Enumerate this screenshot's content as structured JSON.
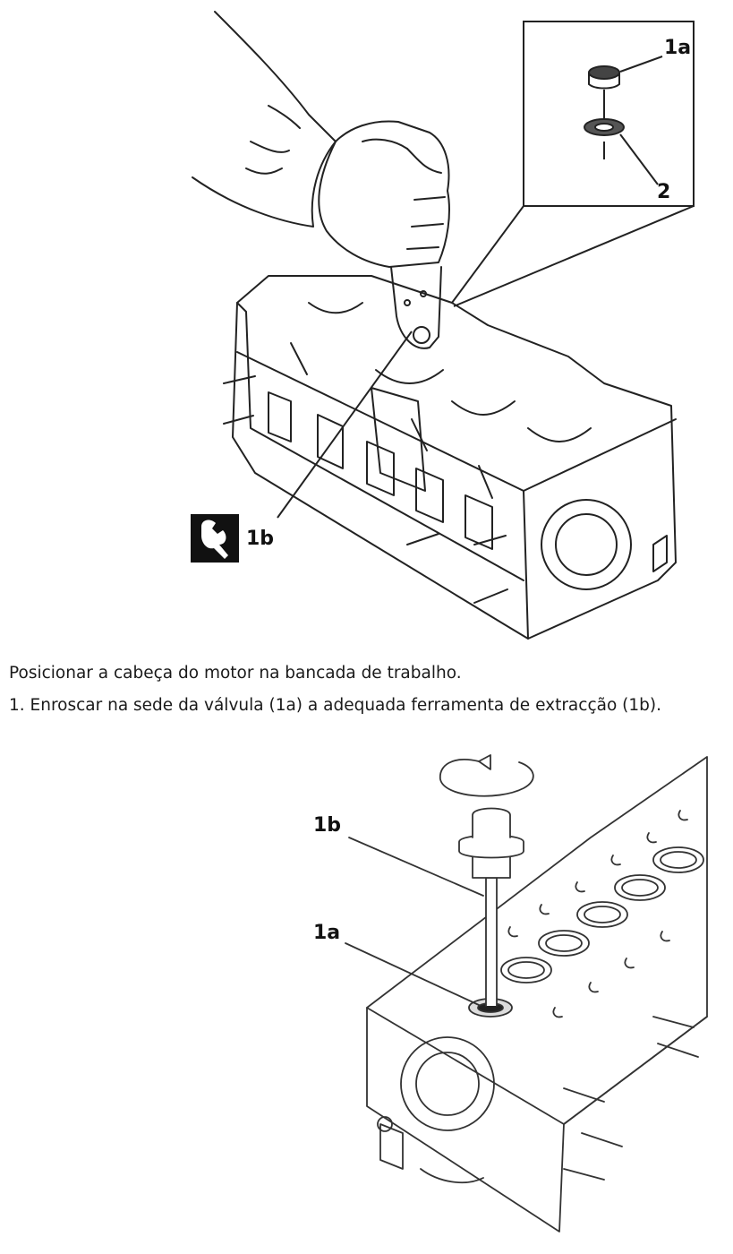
{
  "figure1": {
    "callouts": {
      "c1a": "1a",
      "c2": "2",
      "c1b": "1b"
    },
    "icon": "wrench-icon"
  },
  "instructions": {
    "line1": "Posicionar a cabeça do motor na bancada de trabalho.",
    "line2": "1. Enroscar na sede da válvula (1a) a adequada ferramenta de extracção (1b)."
  },
  "figure2": {
    "callouts": {
      "c1b": "1b",
      "c1a": "1a"
    },
    "icon": "rotate-arrow-icon"
  }
}
